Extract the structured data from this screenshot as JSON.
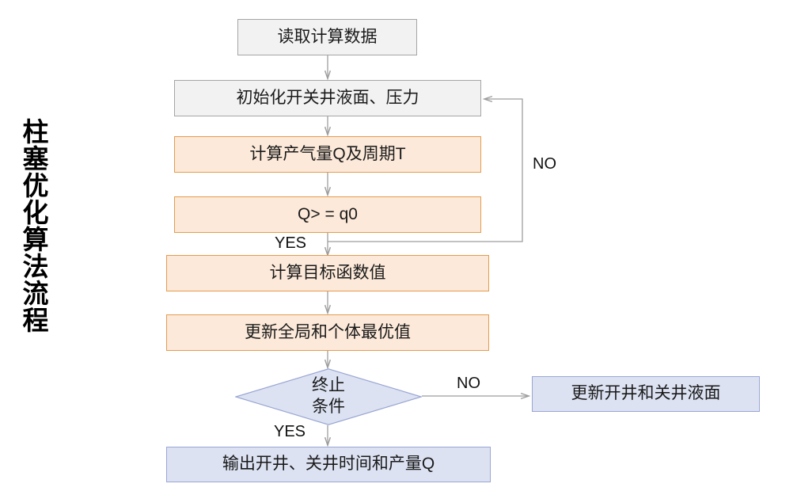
{
  "title_vertical": "柱塞优化算法流程",
  "colors": {
    "background": "#FFFFFF",
    "gray_fill": "#F2F2F2",
    "gray_border": "#A5A5A5",
    "orange_fill": "#FCE9D9",
    "orange_border": "#E59B50",
    "blue_fill": "#DCE2F2",
    "blue_border": "#9AA6D4",
    "connector": "#9E9E9E",
    "text": "#1A1A1A"
  },
  "nodes": {
    "read_data": "读取计算数据",
    "initialize": "初始化开关井液面、压力",
    "calc_gas": "计算产气量Q及周期T",
    "condition_q": "Q> = q0",
    "calc_objective": "计算目标函数值",
    "update_best": "更新全局和个体最优值",
    "terminate_line1": "终止",
    "terminate_line2": "条件",
    "update_levels": "更新开井和关井液面",
    "output": "输出开井、关井时间和产量Q"
  },
  "edge_labels": {
    "q_no": "NO",
    "q_yes": "YES",
    "term_no": "NO",
    "term_yes": "YES"
  }
}
